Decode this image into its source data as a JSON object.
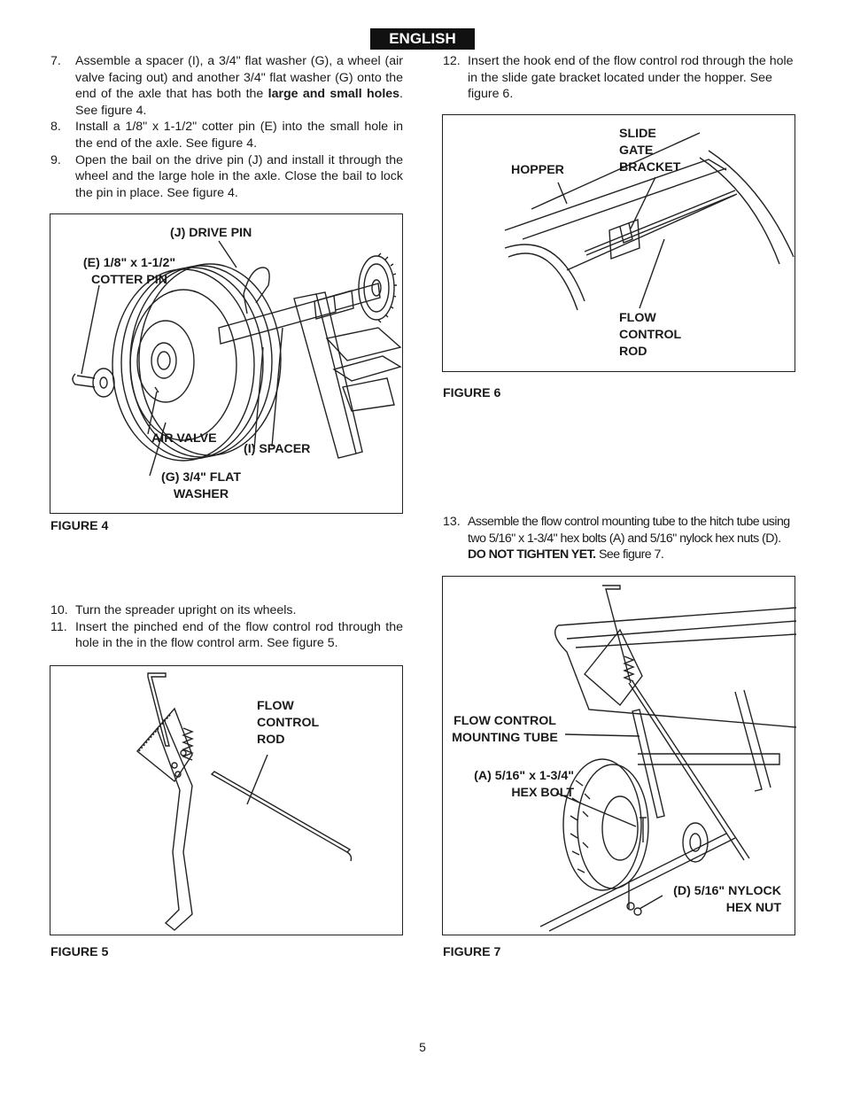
{
  "header": {
    "language": "ENGLISH"
  },
  "left_steps_a": [
    {
      "num": "7.",
      "text_before": "Assemble a spacer (I), a 3/4\" flat washer (G), a wheel (air valve facing out) and another 3/4\" flat washer (G) onto the end of the axle that has both the ",
      "bold": "large and small holes",
      "text_after": ". See figure 4."
    },
    {
      "num": "8.",
      "text": "Install a 1/8\" x 1-1/2\" cotter pin (E) into the small hole in the end of the axle. See figure 4."
    },
    {
      "num": "9.",
      "text": "Open the bail on the drive pin (J) and install it through the wheel and the large hole in the axle. Close the bail to lock the pin in place. See figure 4."
    }
  ],
  "left_steps_b": [
    {
      "num": "10.",
      "text": "Turn the spreader upright on its wheels."
    },
    {
      "num": "11.",
      "text": "Insert the pinched end of the flow control rod through the hole in the in the flow control arm. See figure 5."
    }
  ],
  "right_steps_a": [
    {
      "num": "12.",
      "text": "Insert the hook end of the flow control rod through the hole in the slide gate bracket located under the hopper. See figure 6."
    }
  ],
  "right_steps_b": [
    {
      "num": "13.",
      "text_before": "Assemble the flow control mounting tube to the hitch tube using two 5/16\" x 1-3/4\" hex bolts (A) and 5/16\" nylock hex nuts (D). ",
      "bold": "DO NOT TIGHTEN YET.",
      "text_after": " See figure 7."
    }
  ],
  "figure4": {
    "caption": "FIGURE 4",
    "labels": {
      "drive_pin": "(J) DRIVE PIN",
      "cotter_pin_1": "(E) 1/8\" x 1-1/2\"",
      "cotter_pin_2": "COTTER PIN",
      "air_valve": "AIR VALVE",
      "spacer": "(I) SPACER",
      "flat_washer_1": "(G) 3/4\" FLAT",
      "flat_washer_2": "WASHER"
    }
  },
  "figure5": {
    "caption": "FIGURE 5",
    "labels": {
      "rod_1": "FLOW",
      "rod_2": "CONTROL",
      "rod_3": "ROD"
    }
  },
  "figure6": {
    "caption": "FIGURE 6",
    "labels": {
      "hopper": "HOPPER",
      "bracket_1": "SLIDE",
      "bracket_2": "GATE",
      "bracket_3": "BRACKET",
      "rod_1": "FLOW",
      "rod_2": "CONTROL",
      "rod_3": "ROD"
    }
  },
  "figure7": {
    "caption": "FIGURE 7",
    "labels": {
      "tube_1": "FLOW CONTROL",
      "tube_2": "MOUNTING TUBE",
      "bolt_1": "(A) 5/16\" x 1-3/4\"",
      "bolt_2": "HEX BOLT",
      "nut_1": "(D) 5/16\" NYLOCK",
      "nut_2": "HEX NUT"
    }
  },
  "footer": {
    "page_number": "5"
  }
}
